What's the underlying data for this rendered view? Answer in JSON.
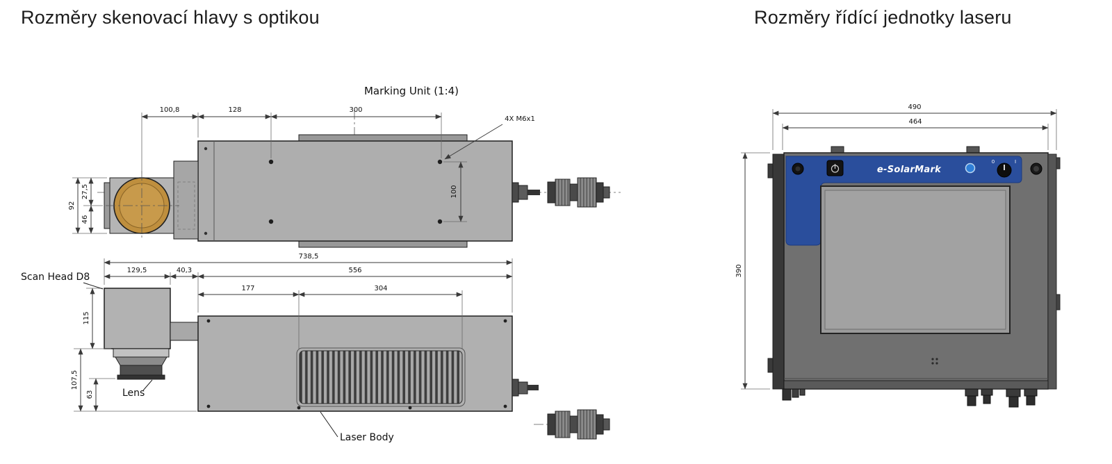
{
  "page": {
    "background": "#ffffff"
  },
  "titles": {
    "left": "Rozměry skenovací hlavy s optikou",
    "right": "Rozměry řídící jednotky laseru"
  },
  "scan_head_drawing": {
    "caption": "Marking Unit (1:4)",
    "labels": {
      "scan_head": "Scan Head D8",
      "lens": "Lens",
      "laser_body": "Laser Body",
      "bolt_note": "4X M6x1"
    },
    "top_view_dims": {
      "lens_offset": "100,8",
      "front_to_holes": "128",
      "hole_spacing_x": "300",
      "hole_spacing_y": "100",
      "head_width": "92",
      "axis_offset_top": "27,5",
      "axis_offset_bottom": "46"
    },
    "side_view_dims": {
      "total_length": "738,5",
      "head_length": "129,5",
      "gap_length": "40,3",
      "body_length": "556",
      "front_section": "177",
      "grille_section": "304",
      "head_height": "115",
      "lower_height": "107,5",
      "lens_height": "63"
    }
  },
  "control_unit_drawing": {
    "brand": "e-SolarMark",
    "key_switch": {
      "off": "0",
      "on": "I"
    },
    "dims": {
      "outer_width": "490",
      "inner_width": "464",
      "height": "390"
    }
  },
  "colors": {
    "metal_gray": "#aeaeae",
    "dark_gray": "#3c3c3c",
    "lens_gold": "#bf8f3e",
    "panel_blue": "#2a4e9c",
    "line": "#1f1f1f"
  }
}
